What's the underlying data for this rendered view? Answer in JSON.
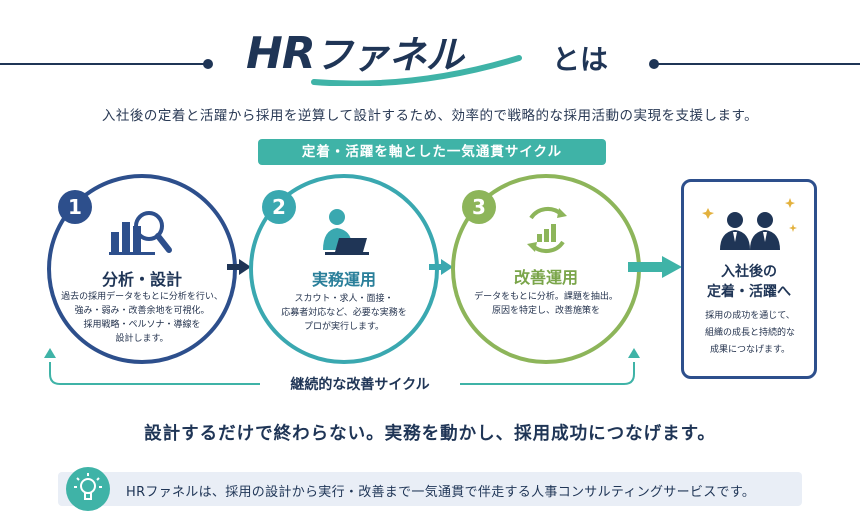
{
  "header": {
    "logo_hr": "HR",
    "logo_funnel": "ファネル",
    "title_suffix": "とは",
    "subtitle": "入社後の定着と活躍から採用を逆算して設計するため、効率的で戦略的な採用活動の実現を支援します。"
  },
  "cycle_pill": "定着・活躍を軸とした一気通貫サイクル",
  "steps": [
    {
      "number": "1",
      "title": "分析・設計",
      "icon": "magnifier-chart-icon",
      "color": "#2d4f8c",
      "description": [
        "過去の採用データをもとに分析を行い、",
        "強み・弱み・改善余地を可視化。",
        "採用戦略・ペルソナ・導線を",
        "設計します。"
      ]
    },
    {
      "number": "2",
      "title": "実務運用",
      "icon": "person-laptop-icon",
      "color": "#3aa8b0",
      "description": [
        "スカウト・求人・面接・",
        "応募者対応など、必要な実務を",
        "プロが実行します。"
      ]
    },
    {
      "number": "3",
      "title": "改善運用",
      "icon": "cycle-growth-icon",
      "color": "#8db55a",
      "description": [
        "データをもとに分析。課題を抽出。",
        "原因を特定し、改善施策を"
      ]
    }
  ],
  "final": {
    "title_line1": "入社後の",
    "title_line2": "定着・活躍へ",
    "icon": "two-people-icon",
    "description": [
      "採用の成功を通じて、",
      "組織の成長と持続的な",
      "成果につなげます。"
    ]
  },
  "cycle_label": "継続的な改善サイクル",
  "tagline": "設計するだけで終わらない。実務を動かし、採用成功につなげます。",
  "footer": {
    "icon": "lightbulb-icon",
    "text": "HRファネルは、採用の設計から実行・改善まで一気通貫で伴走する人事コンサルティングサービスです。"
  }
}
